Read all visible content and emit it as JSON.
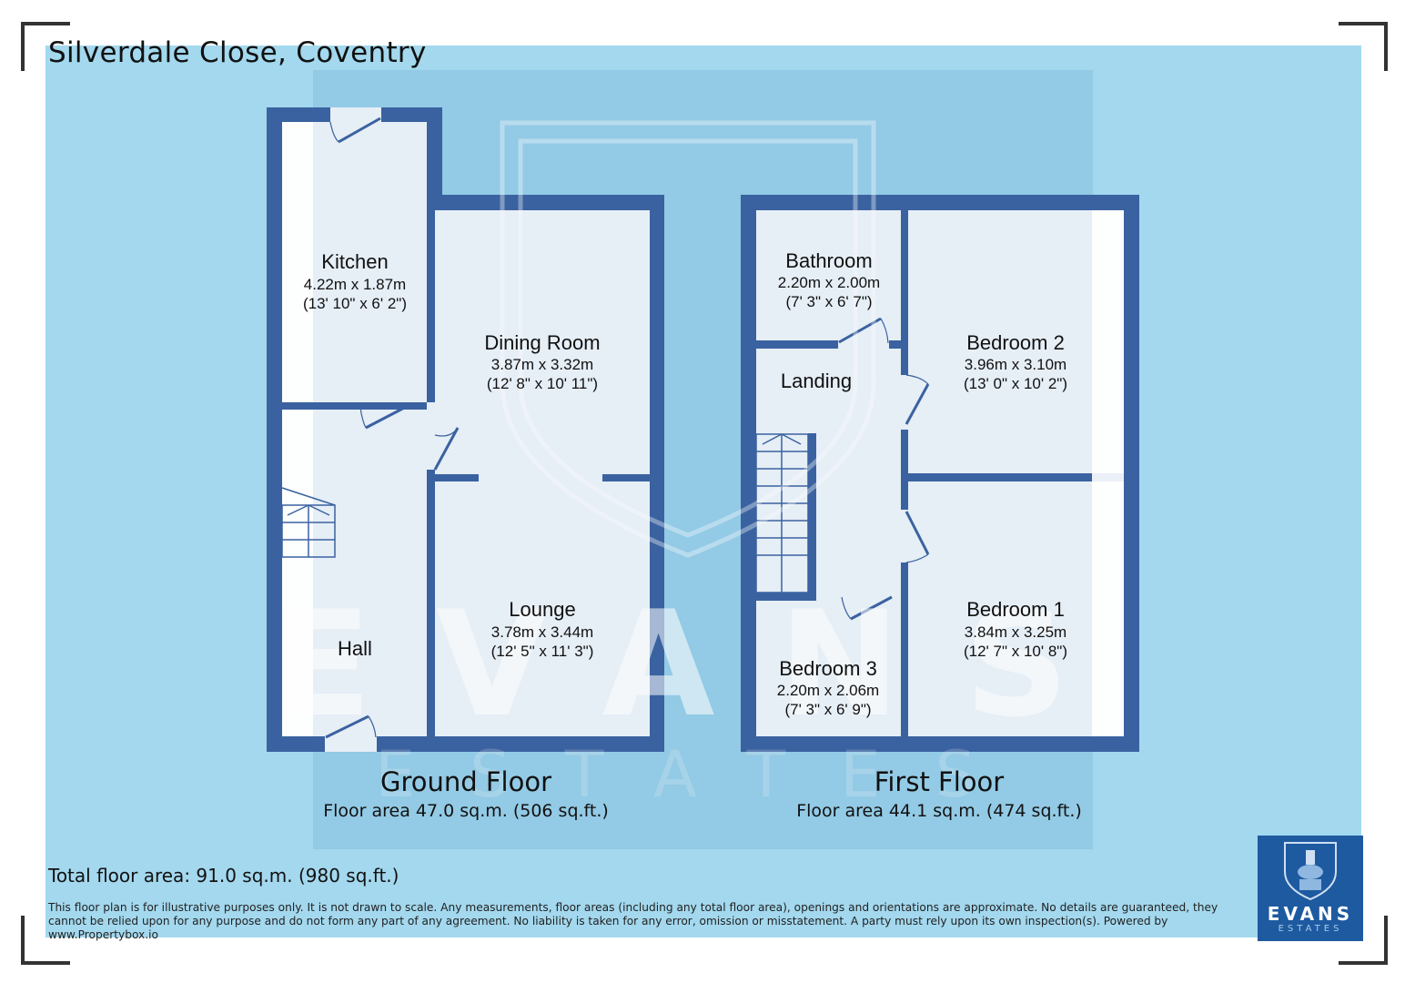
{
  "title": "Silverdale Close, Coventry",
  "colors": {
    "background_panel": "#a3d8ee",
    "watermark_square": "#93cae5",
    "wall": "#3a62a0",
    "room_fill": "#e6eef6",
    "logo_bg": "#1e5aa0"
  },
  "watermark": {
    "brand": "EVANS",
    "sub": "ESTATES"
  },
  "floors": [
    {
      "name": "Ground Floor",
      "area": "Floor area 47.0 sq.m. (506 sq.ft.)",
      "rooms": [
        {
          "name": "Kitchen",
          "metric": "4.22m x 1.87m",
          "imperial": "(13' 10\" x 6' 2\")"
        },
        {
          "name": "Dining Room",
          "metric": "3.87m x 3.32m",
          "imperial": "(12' 8\" x 10' 11\")"
        },
        {
          "name": "Lounge",
          "metric": "3.78m x 3.44m",
          "imperial": "(12' 5\" x 11' 3\")"
        },
        {
          "name": "Hall",
          "metric": "",
          "imperial": ""
        }
      ]
    },
    {
      "name": "First Floor",
      "area": "Floor area 44.1 sq.m. (474 sq.ft.)",
      "rooms": [
        {
          "name": "Bathroom",
          "metric": "2.20m x 2.00m",
          "imperial": "(7' 3\" x 6' 7\")"
        },
        {
          "name": "Landing",
          "metric": "",
          "imperial": ""
        },
        {
          "name": "Bedroom 2",
          "metric": "3.96m x 3.10m",
          "imperial": "(13' 0\" x 10' 2\")"
        },
        {
          "name": "Bedroom 1",
          "metric": "3.84m x 3.25m",
          "imperial": "(12' 7\" x 10' 8\")"
        },
        {
          "name": "Bedroom 3",
          "metric": "2.20m x 2.06m",
          "imperial": "(7' 3\" x 6' 9\")"
        }
      ]
    }
  ],
  "total_area": "Total floor area: 91.0 sq.m. (980 sq.ft.)",
  "disclaimer": "This floor plan is for illustrative purposes only. It is not drawn to scale. Any measurements, floor areas (including any total floor area), openings and orientations are approximate. No details are guaranteed, they cannot be relied upon for any purpose and do not form any part of any agreement. No liability is taken for any error, omission or misstatement. A party must rely upon its own inspection(s). Powered by www.Propertybox.io",
  "logo": {
    "brand": "EVANS",
    "sub": "ESTATES"
  }
}
